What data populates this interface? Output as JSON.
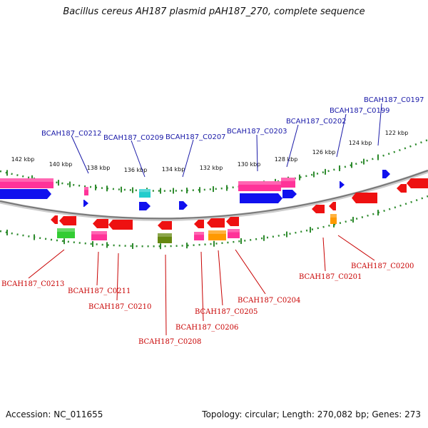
{
  "title": "Bacillus cereus AH187 plasmid pAH187_270, complete sequence",
  "footer": {
    "accession": "Accession: NC_011655",
    "topology": "Topology: circular; Length: 270,082 bp; Genes: 273"
  },
  "ruler_labels": [
    "142 kbp",
    "140 kbp",
    "138 kbp",
    "136 kbp",
    "134 kbp",
    "132 kbp",
    "130 kbp",
    "128 kbp",
    "126 kbp",
    "124 kbp",
    "122 kbp"
  ],
  "forward_gene_labels": [
    "BCAH187_C0212",
    "BCAH187_C0209",
    "BCAH187_C0207",
    "BCAH187_C0203",
    "BCAH187_C0202",
    "BCAH187_C0199",
    "BCAH187_C0197"
  ],
  "reverse_gene_labels": [
    "BCAH187_C0213",
    "BCAH187_C0211",
    "BCAH187_C0210",
    "BCAH187_C0208",
    "BCAH187_C0206",
    "BCAH187_C0205",
    "BCAH187_C0204",
    "BCAH187_C0201",
    "BCAH187_C0200"
  ],
  "colors": {
    "forward_label": "#1a1aa8",
    "reverse_label": "#c80000",
    "backbone": "#888888",
    "ruler": "#2e8b2e",
    "pink": "#ff3399",
    "blue": "#1010ee",
    "red": "#ee1111",
    "cyan": "#22cccc",
    "green": "#33cc33",
    "olive": "#668811",
    "orange": "#ff9900"
  }
}
